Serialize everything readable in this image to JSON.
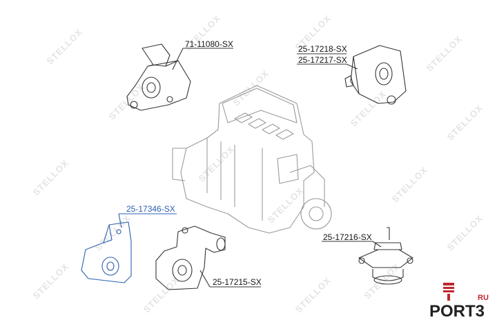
{
  "watermark": "STELLOX",
  "parts": {
    "part_71_11080": "71-11080-SX",
    "part_25_17218": "25-17218-SX",
    "part_25_17217": "25-17217-SX",
    "part_25_17346": "25-17346-SX",
    "part_25_17216": "25-17216-SX",
    "part_25_17215": "25-17215-SX"
  },
  "logo": {
    "text": "PORT3",
    "suffix": "RU"
  },
  "colors": {
    "line": "#333333",
    "highlight": "#2a5fb0",
    "logo_red": "#c0272d",
    "watermark": "#e4e4e4"
  }
}
